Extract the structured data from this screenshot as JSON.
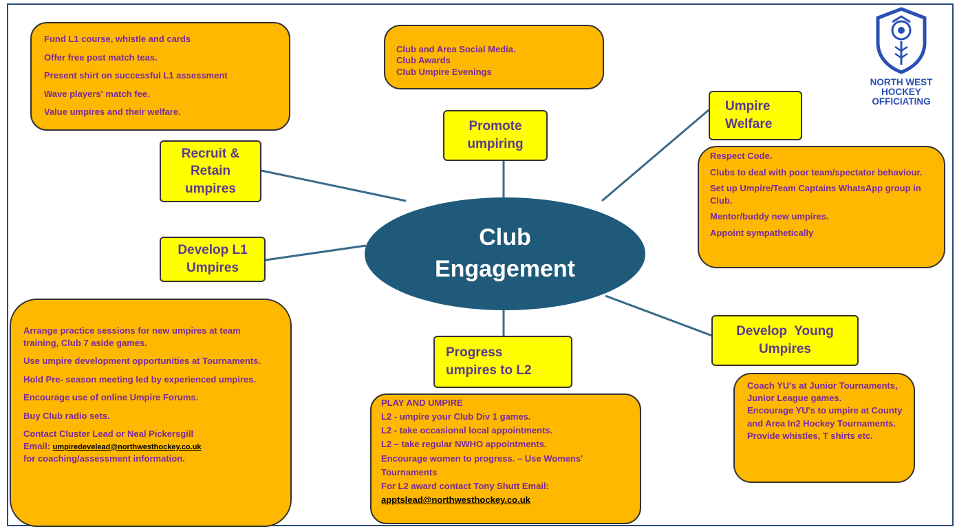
{
  "central": {
    "line1": "Club",
    "line2": "Engagement"
  },
  "nodes": {
    "recruit": {
      "l1": "Recruit &",
      "l2": "Retain",
      "l3": "umpires"
    },
    "promote": {
      "l1": "Promote",
      "l2": "umpiring"
    },
    "welfare": {
      "l1": "Umpire",
      "l2": "Welfare"
    },
    "develop_l1": {
      "l1": "Develop L1",
      "l2": "Umpires"
    },
    "progress": {
      "l1": "Progress",
      "l2": "umpires to L2"
    },
    "young": {
      "l1": "Develop  Young",
      "l2": "Umpires"
    }
  },
  "boxes": {
    "recruit": [
      "Fund L1 course, whistle and cards",
      "Offer free post match teas.",
      "Present shirt on successful L1 assessment",
      "Wave players' match fee.",
      "Value umpires and their welfare."
    ],
    "promote": [
      "Club and Area Social Media.",
      "Club Awards",
      "Club Umpire Evenings"
    ],
    "welfare": [
      "Respect Code.",
      "Clubs to deal with poor team/spectator behaviour.",
      "Set up Umpire/Team Captains WhatsApp group in Club.",
      "Mentor/buddy  new umpires.",
      "Appoint sympathetically"
    ],
    "develop_l1": {
      "items": [
        "Arrange practice sessions for new umpires at team training, Club 7 aside games.",
        "Use umpire development opportunities at Tournaments.",
        "Hold Pre- season meeting led by experienced umpires.",
        "Encourage use of online Umpire Forums.",
        "Buy Club radio sets."
      ],
      "contact_line1": "Contact Cluster Lead or Neal Pickersgill",
      "email_label": "Email: ",
      "email": "umpiredevelead@northwesthockey.co.uk",
      "contact_line3": "for coaching/assessment information."
    },
    "progress": {
      "lines": [
        "PLAY AND UMPIRE",
        "L2 - umpire your Club Div 1 games.",
        "L2 - take occasional local appointments.",
        "L2 – take regular NWHO appointments.",
        "Encourage women to progress. – Use Womens' Tournaments",
        "For L2 award contact Tony Shutt Email:"
      ],
      "email": "apptslead@northwesthockey.co.uk"
    },
    "young": [
      "Coach YU's at Junior Tournaments, Junior League games.",
      "Encourage YU's to umpire at County and Area In2 Hockey Tournaments.",
      "Provide whistles, T shirts etc."
    ]
  },
  "logo": {
    "line1": "NORTH WEST",
    "line2": "HOCKEY",
    "line3": "OFFICIATING"
  },
  "colors": {
    "orange": "#ffb800",
    "yellow": "#ffff00",
    "ellipse": "#1f5a7a",
    "text_purple": "#7a2a9a",
    "logo_blue": "#2a4fb5"
  }
}
